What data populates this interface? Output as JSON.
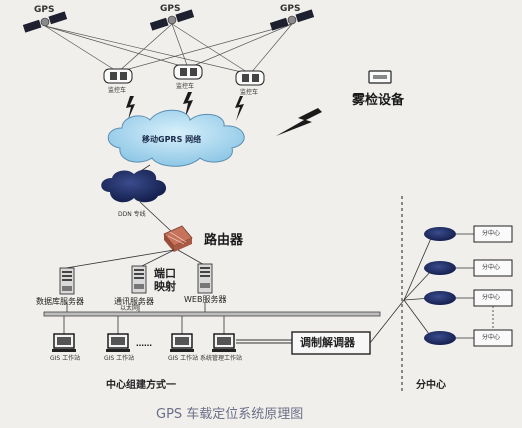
{
  "satellites": [
    "GPS",
    "GPS",
    "GPS"
  ],
  "vehicles": [
    "监控车",
    "监控车",
    "监控车"
  ],
  "labels": {
    "fog_device": "雾检设备",
    "mobile_network": "移动GPRS 网络",
    "dedicated_line": "DDN 专线",
    "router": "路由器",
    "port_mapping_1": "端口",
    "port_mapping_2": "映射",
    "db_server": "数据库服务器",
    "comm_server": "通讯服务器",
    "web_server": "WEB服务器",
    "ethernet": "以太网",
    "modem": "调制解调器",
    "center_title": "中心组建方式一",
    "subcenter_title": "分中心"
  },
  "workstations": [
    "GIS 工作站",
    "GIS 工作站",
    "GIS 工作站",
    "系统管理工作站"
  ],
  "ellipsis": "……",
  "subcenters": [
    "分中心",
    "分中心",
    "分中心",
    "分中心"
  ],
  "caption": "GPS 车载定位系统原理图"
}
